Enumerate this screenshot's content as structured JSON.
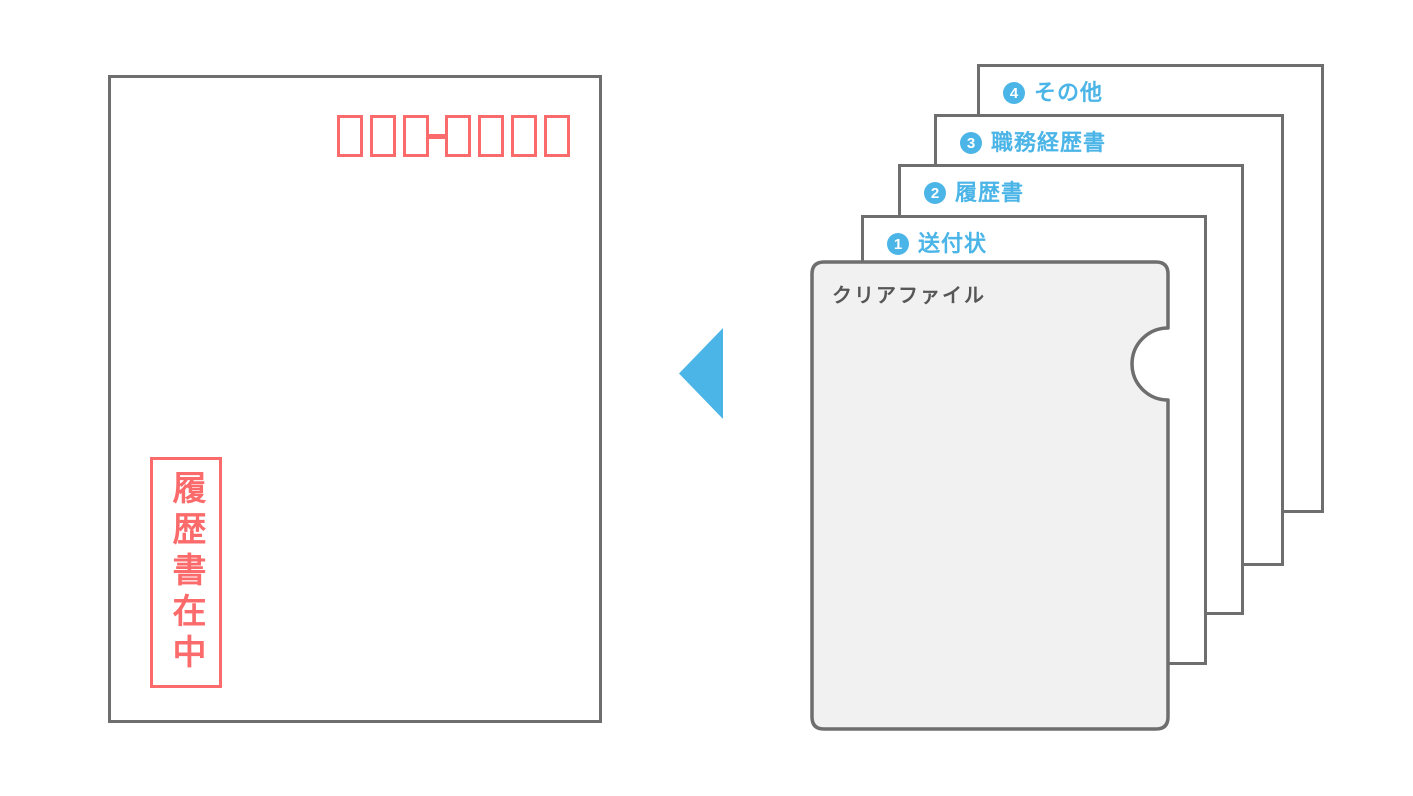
{
  "colors": {
    "accent_blue": "#4CB5E7",
    "accent_red": "#FB6B6B",
    "outline_gray": "#6E6E6E",
    "clearfile_fill": "#F1F1F1",
    "clearfile_text_gray": "#565656"
  },
  "envelope": {
    "stamp_text": "履歴書在中",
    "postal_box_count": 7
  },
  "documents": [
    {
      "number": "1",
      "label": "送付状"
    },
    {
      "number": "2",
      "label": "履歴書"
    },
    {
      "number": "3",
      "label": "職務経歴書"
    },
    {
      "number": "4",
      "label": "その他"
    }
  ],
  "clearfile": {
    "label": "クリアファイル"
  }
}
